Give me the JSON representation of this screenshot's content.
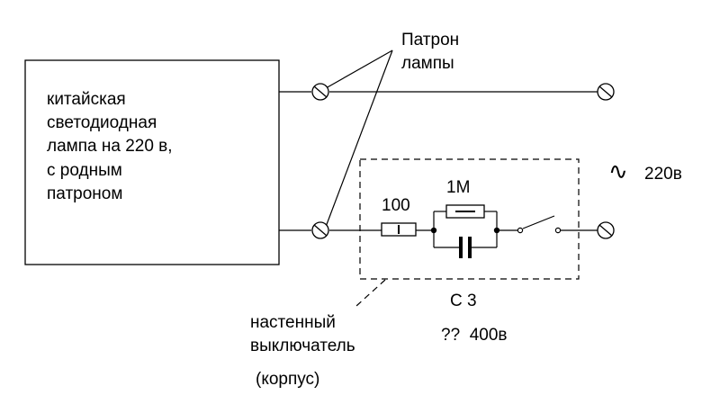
{
  "lamp_box": {
    "lines": [
      "китайская",
      "светодиодная",
      "лампа на 220 в,",
      "с родным",
      "патроном"
    ]
  },
  "socket_label": {
    "lines": [
      "Патрон",
      "лампы"
    ]
  },
  "resistor_series": {
    "label": "100"
  },
  "resistor_parallel": {
    "label": "1М"
  },
  "source": {
    "symbol": "∿",
    "voltage": "220в"
  },
  "capacitor": {
    "label": "С 3",
    "value": "??  400в"
  },
  "switch_label": {
    "lines": [
      "настенный",
      "выключатель"
    ],
    "housing": "(корпус)"
  },
  "colors": {
    "line": "#000000",
    "background": "#ffffff"
  }
}
